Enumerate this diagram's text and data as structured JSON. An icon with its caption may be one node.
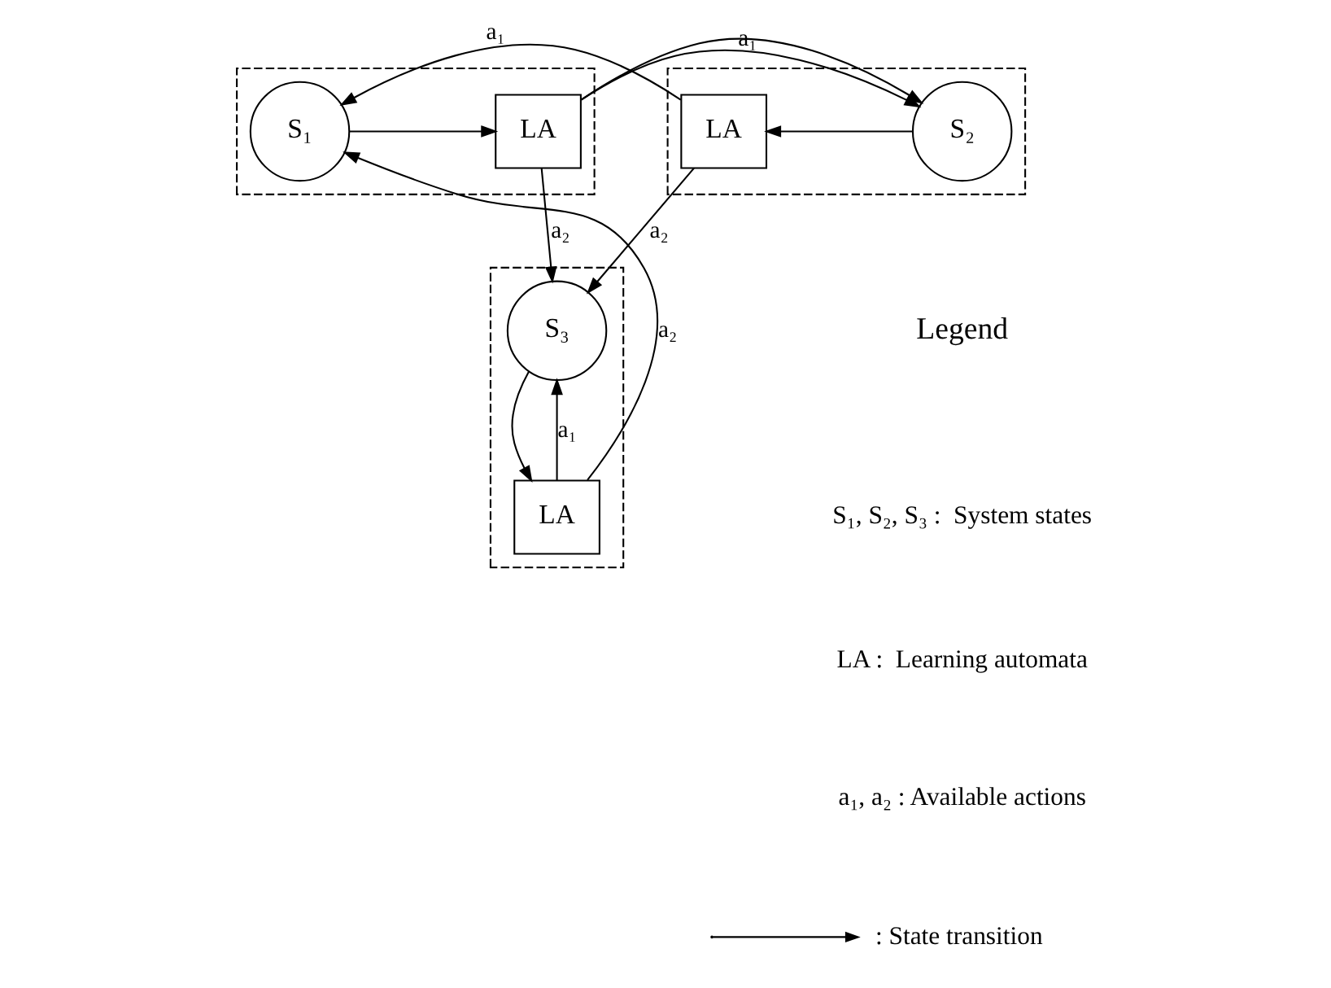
{
  "diagram": {
    "nodes": [
      {
        "text": [],
        "shape": "box"
      },
      {
        "text": [
          "S₁"
        ],
        "in": 0
      },
      {
        "text": [
          "LA"
        ],
        "in": 0
      },
      {
        "text": [],
        "shape": "box"
      },
      {
        "text": [
          "S₂"
        ],
        "in": 3
      },
      {
        "text": [
          "LA"
        ],
        "in": 3
      },
      {
        "text": [],
        "shape": "box"
      },
      {
        "text": [
          "S₃"
        ],
        "in": 6
      },
      {
        "text": [
          "LA"
        ],
        "in": 6
      }
    ],
    "edges": [
      {
        "from": 1,
        "to": 2,
        "arrow": "to"
      },
      {
        "from": 2,
        "to": 4,
        "arrow": "to",
        "label": "a₁"
      },
      {
        "from": 2,
        "to": 7,
        "arrow": "to",
        "label": "a₂"
      },
      {
        "from": 4,
        "to": 5,
        "arrow": "to"
      },
      {
        "from": 5,
        "to": 1,
        "arrow": "to",
        "label": "a₁"
      },
      {
        "from": 5,
        "to": 7,
        "arrow": "to",
        "label": "a₂"
      },
      {
        "from": 7,
        "to": 8,
        "arrow": "to"
      },
      {
        "from": 8,
        "to": 1,
        "arrow": "to",
        "label": "a₂"
      },
      {
        "from": 8,
        "to": 7,
        "arrow": "to",
        "label": "a₁"
      }
    ],
    "labels": [
      "Legend",
      "S₁, S₂, S₃ :  System states",
      "LA :  Learning automata",
      "a₁, a₂ : Available actions"
    ],
    "legend": [
      {
        "text": ": State transition"
      }
    ]
  }
}
